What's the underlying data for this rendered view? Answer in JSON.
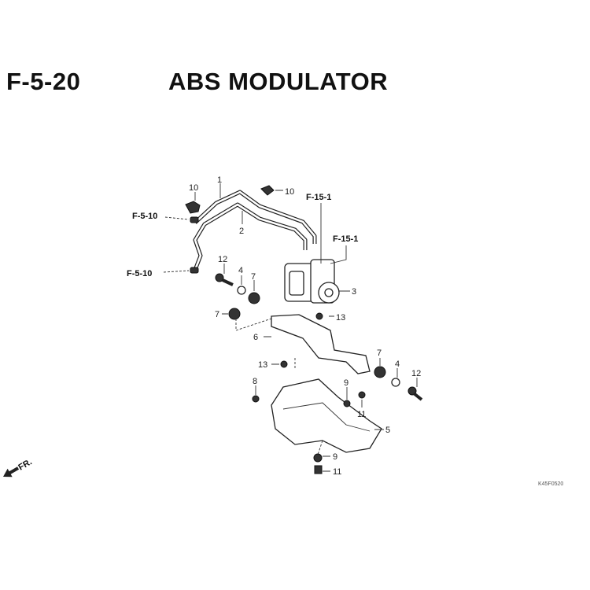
{
  "header": {
    "section_code": "F-5-20",
    "title": "ABS MODULATOR"
  },
  "callouts": {
    "p1": "1",
    "p2": "2",
    "p3": "3",
    "p4a": "4",
    "p4b": "4",
    "p5": "5",
    "p6": "6",
    "p7a": "7",
    "p7b": "7",
    "p7c": "7",
    "p8": "8",
    "p9a": "9",
    "p9b": "9",
    "p10a": "10",
    "p10b": "10",
    "p11a": "11",
    "p11b": "11",
    "p12a": "12",
    "p12b": "12",
    "p13a": "13",
    "p13b": "13"
  },
  "references": {
    "r1": "F-5-10",
    "r2": "F-5-10",
    "r3": "F-15-1",
    "r4": "F-15-1"
  },
  "direction": "FR.",
  "drawing_code": "K45F0520"
}
